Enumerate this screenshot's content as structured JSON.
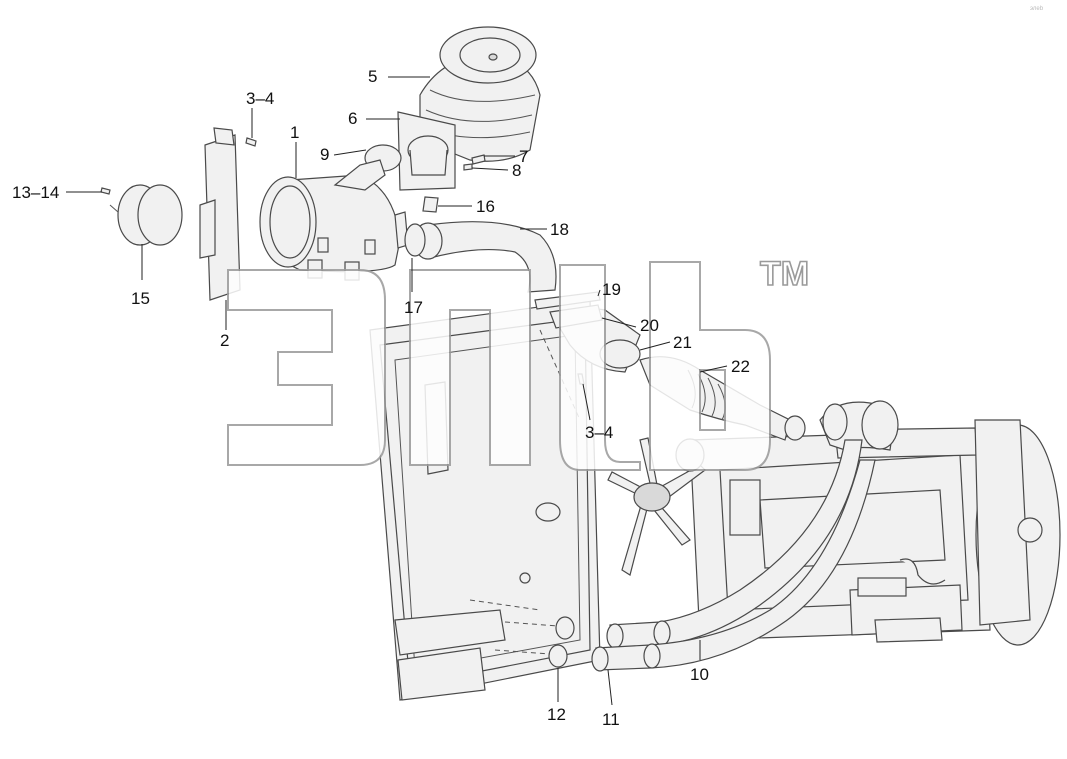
{
  "diagram": {
    "callouts": [
      {
        "id": "c1",
        "text": "1"
      },
      {
        "id": "c2",
        "text": "2"
      },
      {
        "id": "c3_4a",
        "text": "3–4"
      },
      {
        "id": "c3_4b",
        "text": "3–4"
      },
      {
        "id": "c5",
        "text": "5"
      },
      {
        "id": "c6",
        "text": "6"
      },
      {
        "id": "c7",
        "text": "7"
      },
      {
        "id": "c8",
        "text": "8"
      },
      {
        "id": "c9",
        "text": "9"
      },
      {
        "id": "c10",
        "text": "10"
      },
      {
        "id": "c11",
        "text": "11"
      },
      {
        "id": "c12",
        "text": "12"
      },
      {
        "id": "c13_14",
        "text": "13–14"
      },
      {
        "id": "c15",
        "text": "15"
      },
      {
        "id": "c16",
        "text": "16"
      },
      {
        "id": "c17",
        "text": "17"
      },
      {
        "id": "c18",
        "text": "18"
      },
      {
        "id": "c19",
        "text": "19"
      },
      {
        "id": "c20",
        "text": "20"
      },
      {
        "id": "c21",
        "text": "21"
      },
      {
        "id": "c22",
        "text": "22"
      }
    ]
  },
  "watermark": {
    "text": "элеb",
    "trademark": "TM"
  },
  "colors": {
    "line": "#4a4a4a",
    "fill": "#f1f1f1",
    "watermark_outline": "#9a9a9a",
    "background": "#ffffff"
  }
}
